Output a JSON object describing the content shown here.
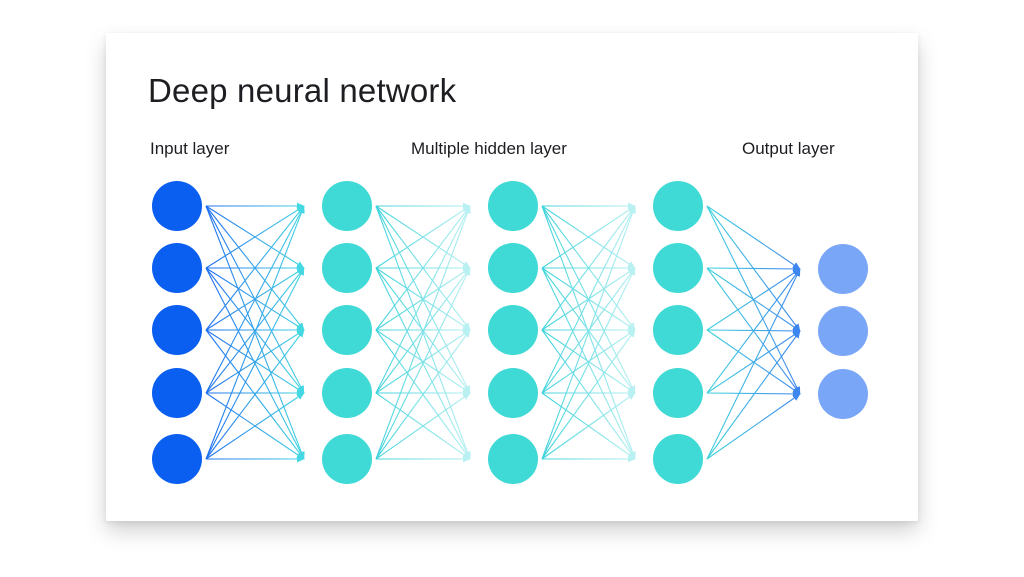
{
  "diagram": {
    "title": "Deep neural network",
    "layer_labels": {
      "input": "Input layer",
      "hidden": "Multiple hidden layer",
      "output": "Output layer"
    },
    "layers": [
      {
        "name": "input",
        "nodes": 5,
        "color": "#0a5ff0"
      },
      {
        "name": "hidden-1",
        "nodes": 5,
        "color": "#3fd9d6"
      },
      {
        "name": "hidden-2",
        "nodes": 5,
        "color": "#3fd9d6"
      },
      {
        "name": "hidden-3",
        "nodes": 5,
        "color": "#3fd9d6"
      },
      {
        "name": "output",
        "nodes": 3,
        "color": "#7aa6f7"
      }
    ],
    "connection_colors": {
      "input_to_hidden": [
        "#1f6ff0",
        "#45d8e3"
      ],
      "hidden_to_hidden": [
        "#3fd3dc",
        "#b9f0f2"
      ],
      "hidden_to_output": [
        "#3fd3dc",
        "#3d86f0"
      ]
    },
    "connectivity": "fully-connected"
  }
}
